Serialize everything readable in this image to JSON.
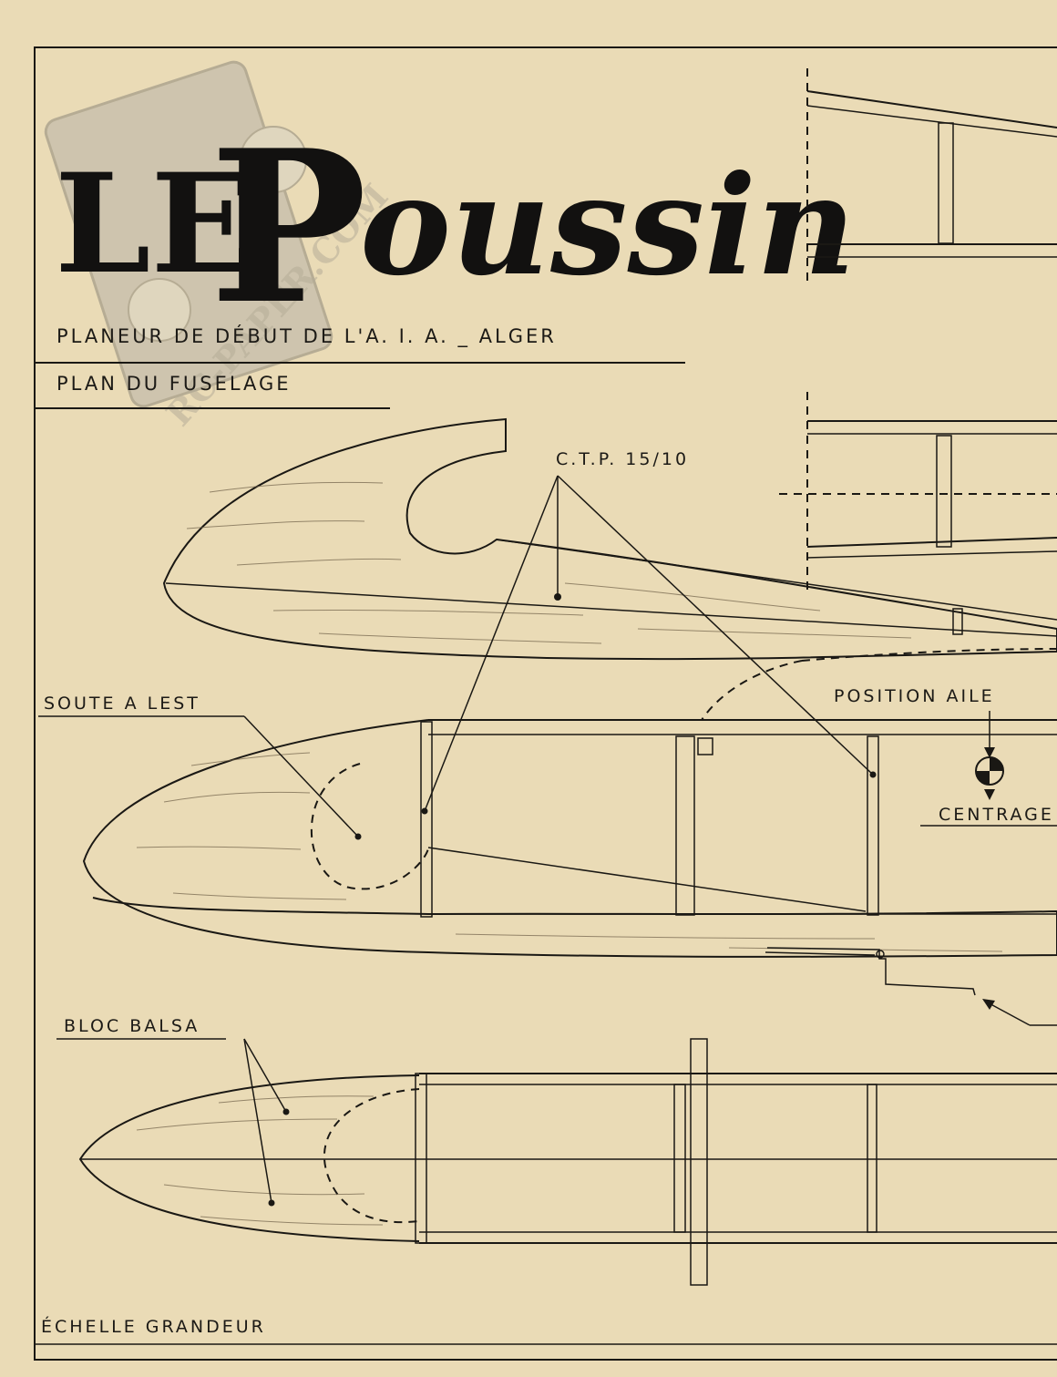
{
  "header": {
    "title_le": "LE",
    "title_p": "P",
    "title_rest": "oussin"
  },
  "subtitle": "PLANEUR DE DÉBUT DE L'A. I. A. _ ALGER",
  "section_title": "PLAN DU FUSELAGE",
  "labels": {
    "ctp": "C.T.P. 15/10",
    "soute": "SOUTE A LEST",
    "position_aile": "POSITION AILE",
    "centrage": "CENTRAGE",
    "bloc_balsa": "BLOC BALSA",
    "echelle": "ÉCHELLE GRANDEUR"
  },
  "watermark": "RC-PAPER.COM",
  "colors": {
    "paper": "#eadbb6",
    "ink": "#1a1814"
  }
}
